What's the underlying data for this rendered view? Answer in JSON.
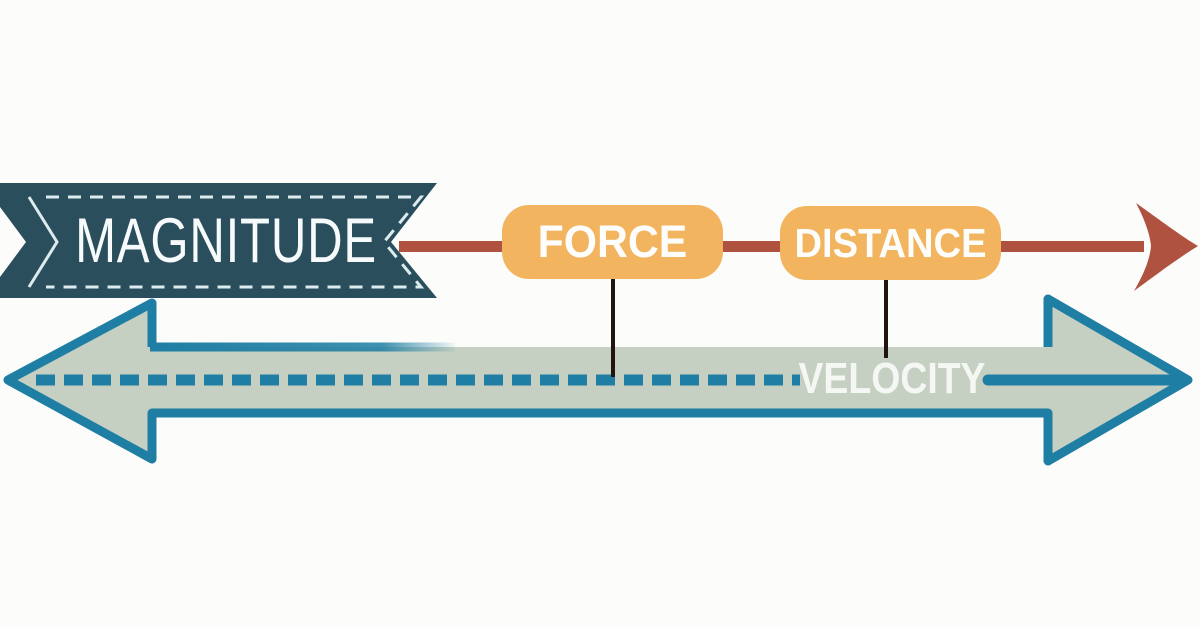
{
  "colors": {
    "background": "#fcfcfa",
    "banner_fill": "#2a4e5c",
    "banner_trim": "#dcebee",
    "banner_text": "#f6fafa",
    "axis_red": "#b05240",
    "node_fill": "#f2b45e",
    "node_text": "#fdfdfc",
    "arrow_fill": "#c5d0c2",
    "arrow_stroke": "#1e7ea3",
    "arrow_text": "#f4f7f3",
    "connector": "#20160e"
  },
  "banner": {
    "label": "MAGNITUDE"
  },
  "axis": {
    "nodes": [
      {
        "label": "FORCE"
      },
      {
        "label": "DISTANCE"
      }
    ]
  },
  "arrow": {
    "label": "VELOCITY"
  }
}
